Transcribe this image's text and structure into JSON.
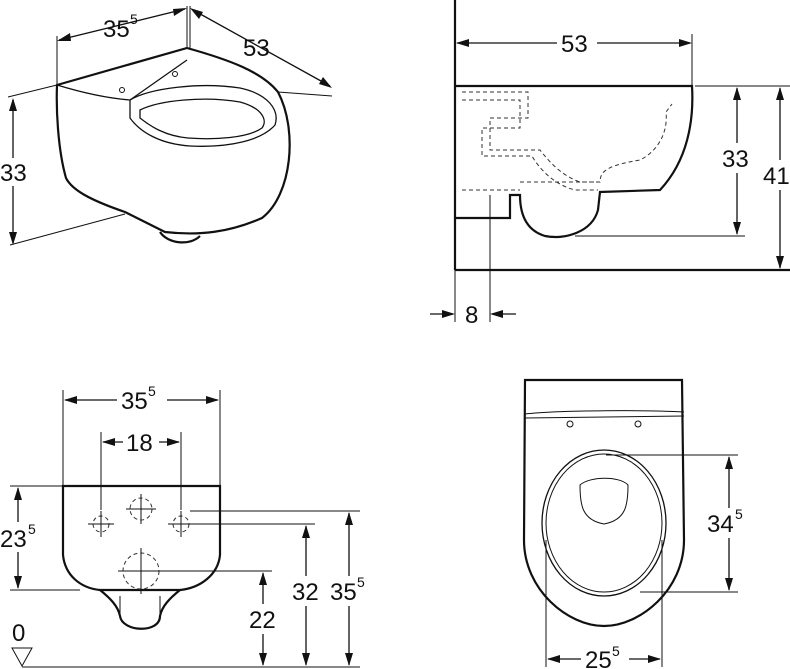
{
  "views": {
    "isometric": {
      "width": "35",
      "width_sup": "5",
      "depth": "53",
      "height": "33"
    },
    "side": {
      "depth": "53",
      "bowl_height": "33",
      "total_height": "41",
      "offset": "8"
    },
    "front": {
      "width": "35",
      "width_sup": "5",
      "bolt_spacing": "18",
      "bolt_height": "23",
      "bolt_height_sup": "5",
      "drain_height": "22",
      "inlet_height": "32",
      "rim_height": "35",
      "rim_height_sup": "5",
      "floor_ref": "0"
    },
    "top": {
      "opening_length": "34",
      "opening_length_sup": "5",
      "opening_width": "25",
      "opening_width_sup": "5"
    }
  }
}
